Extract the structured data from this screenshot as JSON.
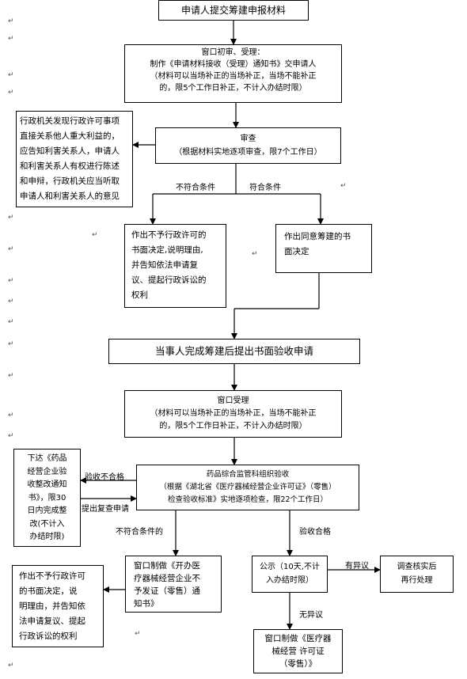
{
  "nodes": {
    "submit": "申请人提交筹建申报材料",
    "window_accept": [
      "窗口初审、受理：",
      "制作《申请材料接收（受理）通知书》交申请人",
      "（材料可以当场补正的当场补正，当场不能补正",
      "的，限5个工作日补正，不计入办结时限）"
    ],
    "hearing": [
      "行政机关发现行政许可事项",
      "直接关系他人重大利益的，",
      "应告知利害关系人，申请人",
      "和利害关系人有权进行陈述",
      "和申辩，行政机关应当听取",
      "申请人和利害关系人的意见"
    ],
    "review": [
      "审查",
      "（根据材料实地逐项审查，限7个工作日）"
    ],
    "deny1": [
      "作出不予行政许可的",
      "书面决定,说明理由,",
      "并告知依法申请复",
      "议、提起行政诉讼的",
      "权利"
    ],
    "approve": [
      "作出同意筹建的书",
      "面决定"
    ],
    "inspect_request": "当事人完成筹建后提出书面验收申请",
    "window_accept2": [
      "窗口受理",
      "（材料可以当场补正的当场补正，当场不能补正",
      "的，限5个工作日补正，不计入办结时限）"
    ],
    "rectify": [
      "下达《药品",
      "经营企业验",
      "收整改通知",
      "书》，限30",
      "日内完成整",
      "改(不计入",
      "办结时限)"
    ],
    "inspection": [
      "药品综合监管科组织验收",
      "（根据《湖北省《医疗器械经营企业许可证》（零售）",
      "检查验收标准》实地逐项检查，限22个工作日）"
    ],
    "deny2": [
      "作出不予行政许可",
      "的书面决定，说",
      "明理由，并告知依",
      "法申请复议、提起",
      "行政诉讼的权利"
    ],
    "notify_deny": [
      "窗口制做《开办医",
      "疗器械经营企业不",
      "予发证（零售）通",
      "知书》"
    ],
    "publicity": [
      "公示（10天,不计",
      "入办结时限）"
    ],
    "verify": [
      "调查核实后",
      "再行处理"
    ],
    "issue": [
      "窗口制做《医疗器",
      "械经营 许可证",
      "（零售）》"
    ]
  },
  "labels": {
    "not_meet": "不符合条件",
    "meet": "符合条件",
    "fail": "验收不合格",
    "recheck": "提出复查申请",
    "not_meet2": "不符合条件的",
    "pass": "验收合格",
    "objection": "有异议",
    "no_objection": "无异议"
  },
  "marks": {
    "para": "↵"
  }
}
